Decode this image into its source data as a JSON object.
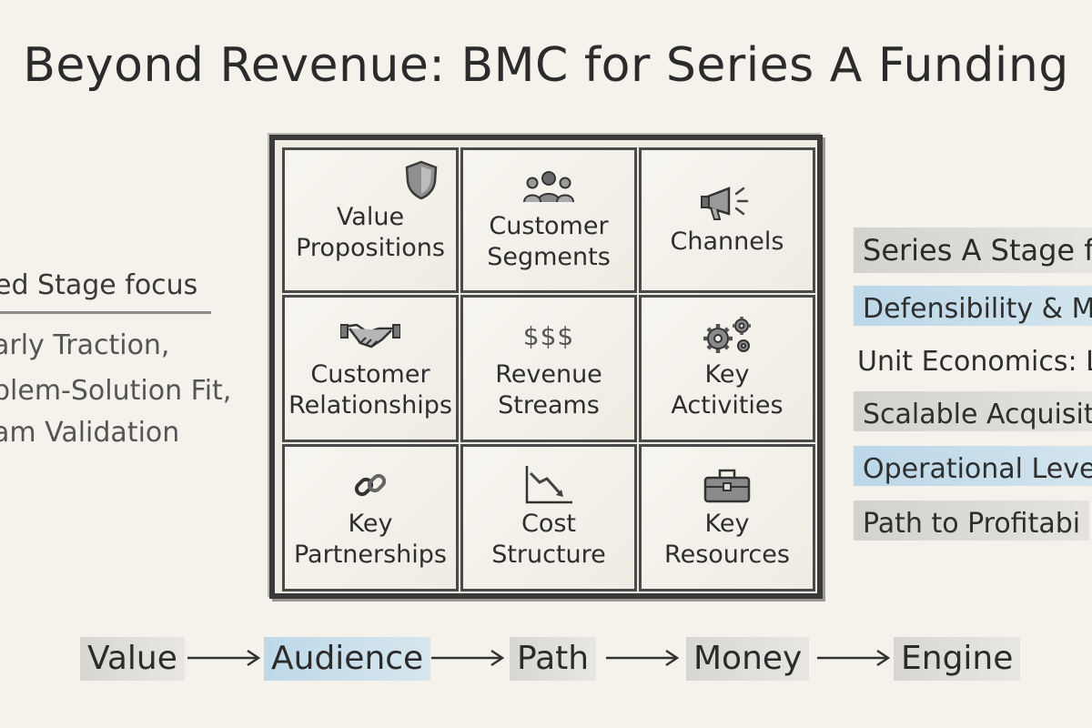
{
  "title": "Beyond Revenue: BMC for Series A Funding",
  "grid": {
    "cells": [
      {
        "label": "Value\nPropositions",
        "icon": "shield-icon"
      },
      {
        "label": "Customer\nSegments",
        "icon": "people-icon"
      },
      {
        "label": "Channels",
        "icon": "megaphone-icon"
      },
      {
        "label": "Customer\nRelationships",
        "icon": "handshake-icon"
      },
      {
        "label": "Revenue\nStreams",
        "icon": "dollar-signs-icon",
        "icon_text": "$$$"
      },
      {
        "label": "Key\nActivities",
        "icon": "gears-icon"
      },
      {
        "label": "Key\nPartnerships",
        "icon": "chain-link-icon"
      },
      {
        "label": "Cost\nStructure",
        "icon": "declining-chart-icon"
      },
      {
        "label": "Key\nResources",
        "icon": "toolbox-icon"
      }
    ]
  },
  "left_panel": {
    "heading": "ed Stage focus",
    "items": [
      "arly Traction,",
      "blem-Solution Fit,",
      "am Validation"
    ]
  },
  "right_panel": {
    "heading": "Series A Stage f",
    "items": [
      {
        "text": "Defensibility & M",
        "highlight": "blue"
      },
      {
        "text": "Unit Economics: LT",
        "highlight": "none"
      },
      {
        "text": "Scalable Acquisit",
        "highlight": "grey"
      },
      {
        "text": "Operational Leve",
        "highlight": "blue"
      },
      {
        "text": "Path to Profitabi",
        "highlight": "grey"
      }
    ]
  },
  "flow": {
    "steps": [
      {
        "text": "Value",
        "highlight": "grey"
      },
      {
        "text": "Audience",
        "highlight": "blue"
      },
      {
        "text": "Path",
        "highlight": "grey"
      },
      {
        "text": "Money",
        "highlight": "grey"
      },
      {
        "text": "Engine",
        "highlight": "grey"
      }
    ]
  },
  "colors": {
    "background": "#f4f2ea",
    "ink": "#2f2f2f",
    "highlight_blue": "#a8cee8",
    "highlight_grey": "#9a9a9a"
  }
}
